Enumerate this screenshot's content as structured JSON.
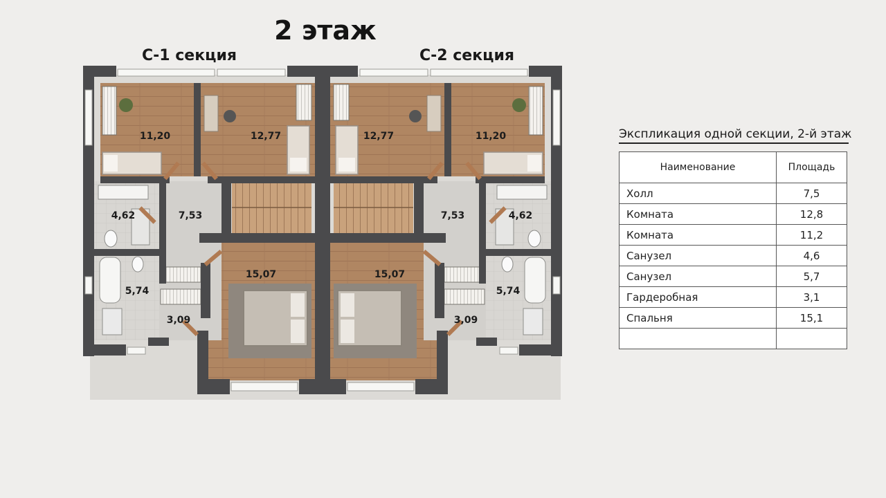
{
  "title": "2 этаж",
  "sections": {
    "left": "С-1 секция",
    "right": "С-2 секция"
  },
  "room_areas": {
    "left": {
      "room_top_left": "11,20",
      "room_top_right": "12,77",
      "bath_upper": "4,62",
      "hall": "7,53",
      "bath_lower": "5,74",
      "wardrobe": "3,09",
      "bedroom": "15,07"
    },
    "right": {
      "room_top_left": "12,77",
      "room_top_right": "11,20",
      "bath_upper": "4,62",
      "hall": "7,53",
      "bath_lower": "5,74",
      "wardrobe": "3,09",
      "bedroom": "15,07"
    }
  },
  "explication": {
    "title": "Экспликация одной секции, 2-й этаж",
    "headers": [
      "Наименование",
      "Площадь"
    ],
    "rows": [
      {
        "name": "Холл",
        "area": "7,5"
      },
      {
        "name": "Комната",
        "area": "12,8"
      },
      {
        "name": "Комната",
        "area": "11,2"
      },
      {
        "name": "Санузел",
        "area": "4,6"
      },
      {
        "name": "Санузел",
        "area": "5,7"
      },
      {
        "name": "Гардеробная",
        "area": "3,1"
      },
      {
        "name": "Спальня",
        "area": "15,1"
      },
      {
        "name": "",
        "area": ""
      }
    ]
  },
  "colors": {
    "wall": "#4a4a4c",
    "floor_wood": "#b08662",
    "floor_tile": "#d6d4d0",
    "background": "#efeeec"
  }
}
